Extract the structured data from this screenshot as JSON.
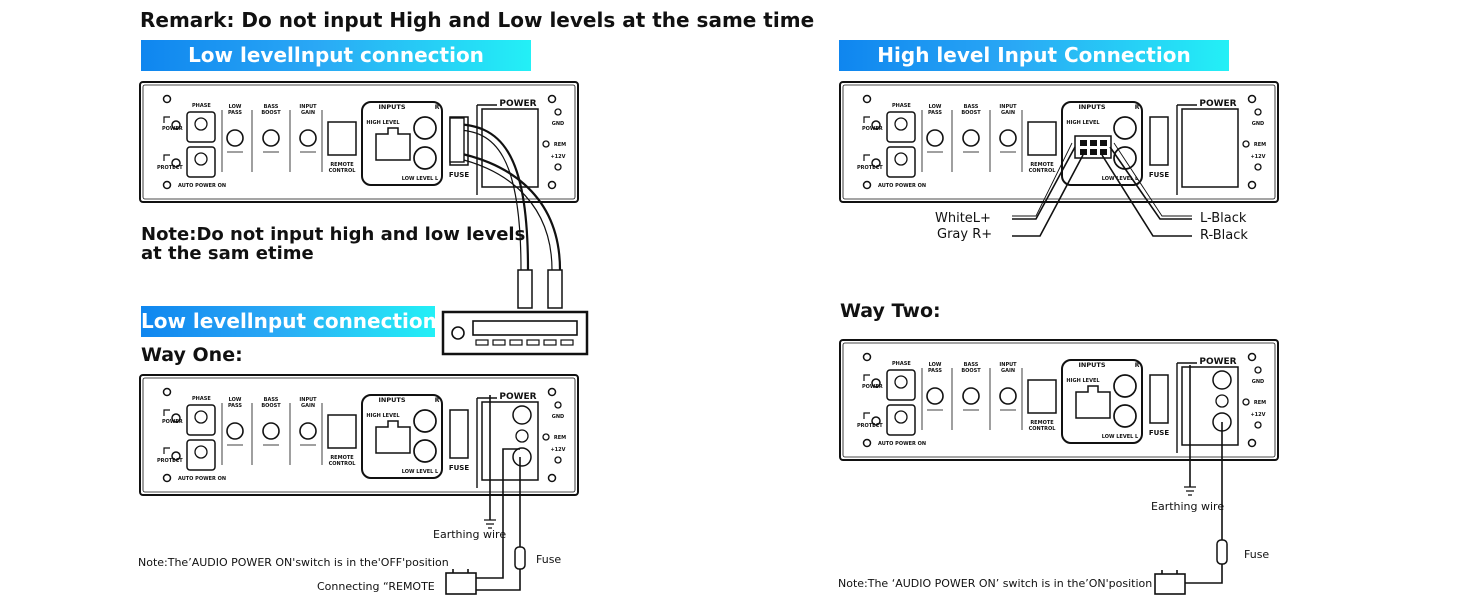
{
  "remark": "Remark: Do not input High and Low levels at the same time",
  "banners": {
    "low_top": "Low levellnput connection",
    "low_second": "Low levellnput connection",
    "high": "High level Input Connection"
  },
  "notes": {
    "low_note_line1": "Note:Do not input high and low levels",
    "low_note_line2": "at the sam etime",
    "audio_off": "Note:The’AUDIO POWER ON'switch is in the'OFF'position",
    "audio_on": "Note:The ‘AUDIO POWER ON’ switch is in the’ON'position",
    "connecting": "Connecting “REMOTE"
  },
  "ways": {
    "one": "Way One:",
    "two": "Way Two:"
  },
  "wire_labels": {
    "white_l_plus": "WhiteL+",
    "gray_r_plus": "Gray R+",
    "l_black": "L-Black",
    "r_black": "R-Black",
    "earthing_left": "Earthing wire",
    "earthing_right": "Earthing wire",
    "fuse_left": "Fuse",
    "fuse_right": "Fuse"
  },
  "panel_labels": {
    "phase": "PHASE",
    "power": "POWER",
    "protect": "PROTECT",
    "auto_power_on": "AUTO POWER ON",
    "low_pass": "LOW PASS",
    "bass_boost": "BASS BOOST",
    "input_gain": "INPUT GAIN",
    "inputs": "INPUTS",
    "high_level": "HIGH LEVEL",
    "low_level": "LOW LEVEL L",
    "r": "R",
    "remote_control": "REMOTE CONTROL",
    "fuse": "FUSE",
    "power_block": "POWER",
    "gnd": "GND",
    "rem": "REM",
    "plus12v": "+12V"
  }
}
